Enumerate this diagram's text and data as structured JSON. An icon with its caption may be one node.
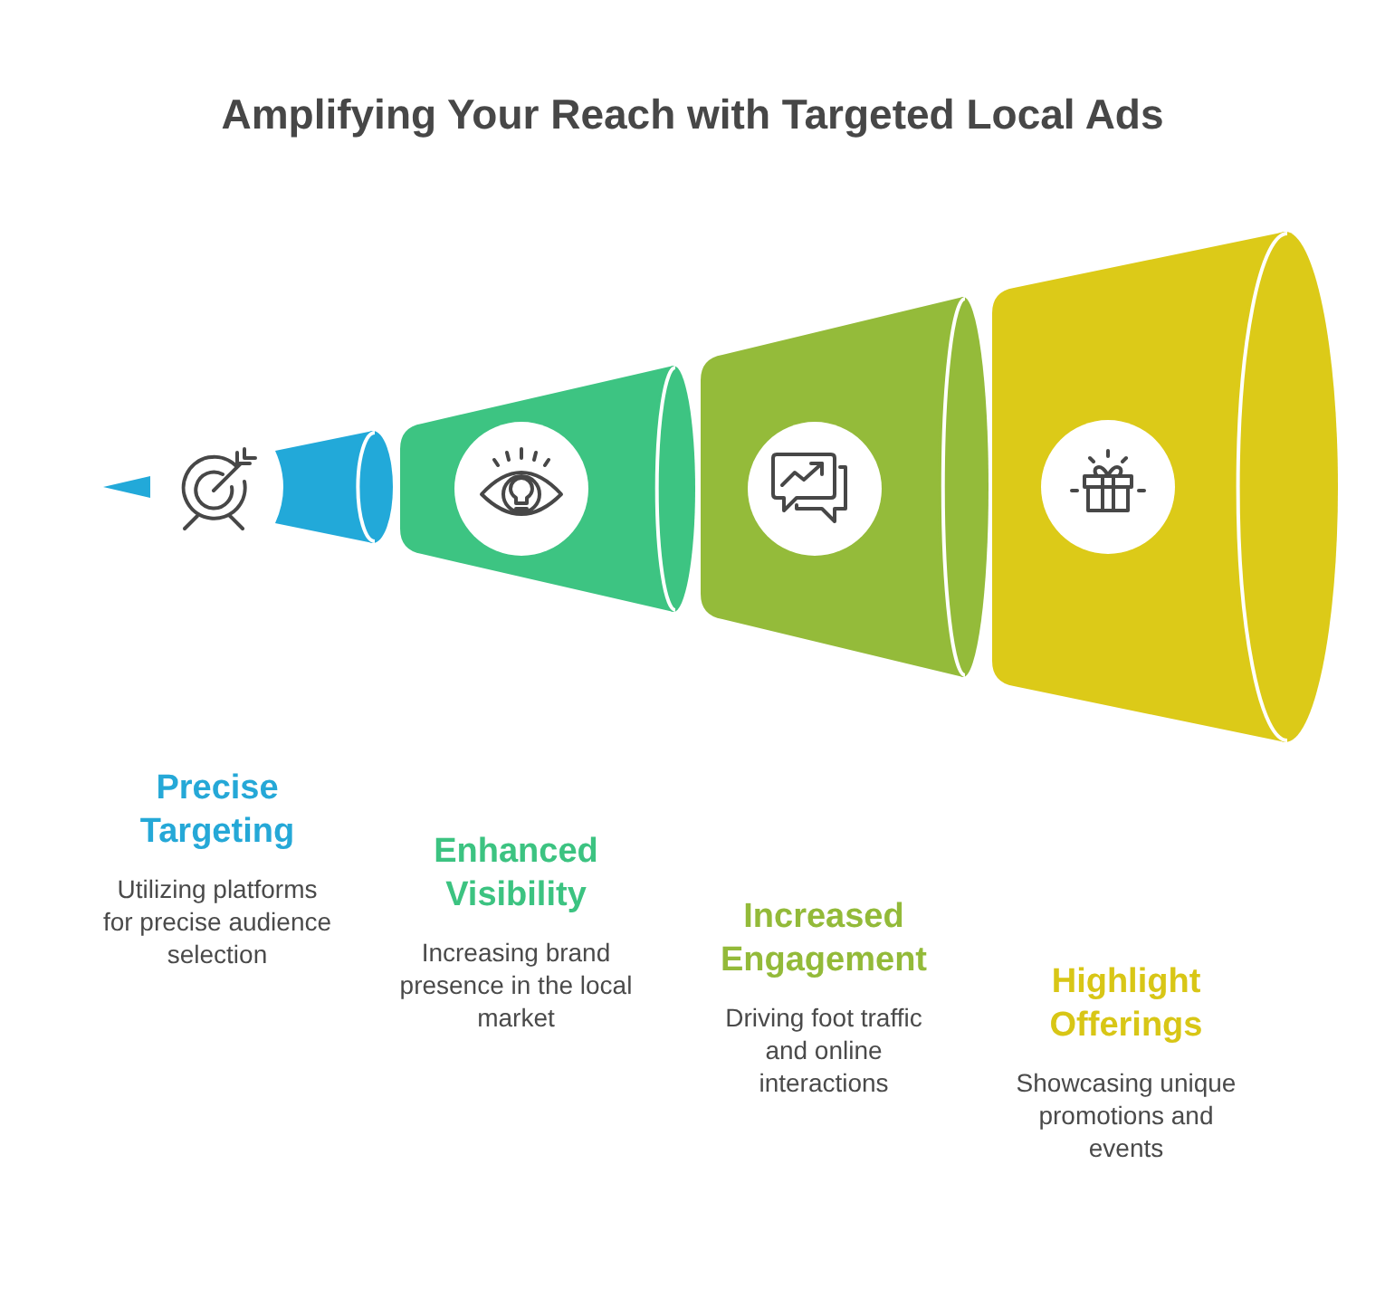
{
  "diagram": {
    "title": "Amplifying Your Reach with Targeted Local Ads",
    "nodes": [
      {
        "text": [],
        "shape": "cone",
        "beside": [
          "Precise Targeting",
          "Utilizing platforms for precise audience selection"
        ]
      },
      {
        "text": [],
        "shape": "cone",
        "beside": [
          "Enhanced Visibility",
          "Increasing brand presence in the local market"
        ]
      },
      {
        "text": [],
        "shape": "cone",
        "beside": [
          "Increased Engagement",
          "Driving foot traffic and online interactions"
        ]
      },
      {
        "text": [],
        "shape": "cone",
        "beside": [
          "Highlight Offerings",
          "Showcasing unique promotions and events"
        ]
      }
    ]
  }
}
